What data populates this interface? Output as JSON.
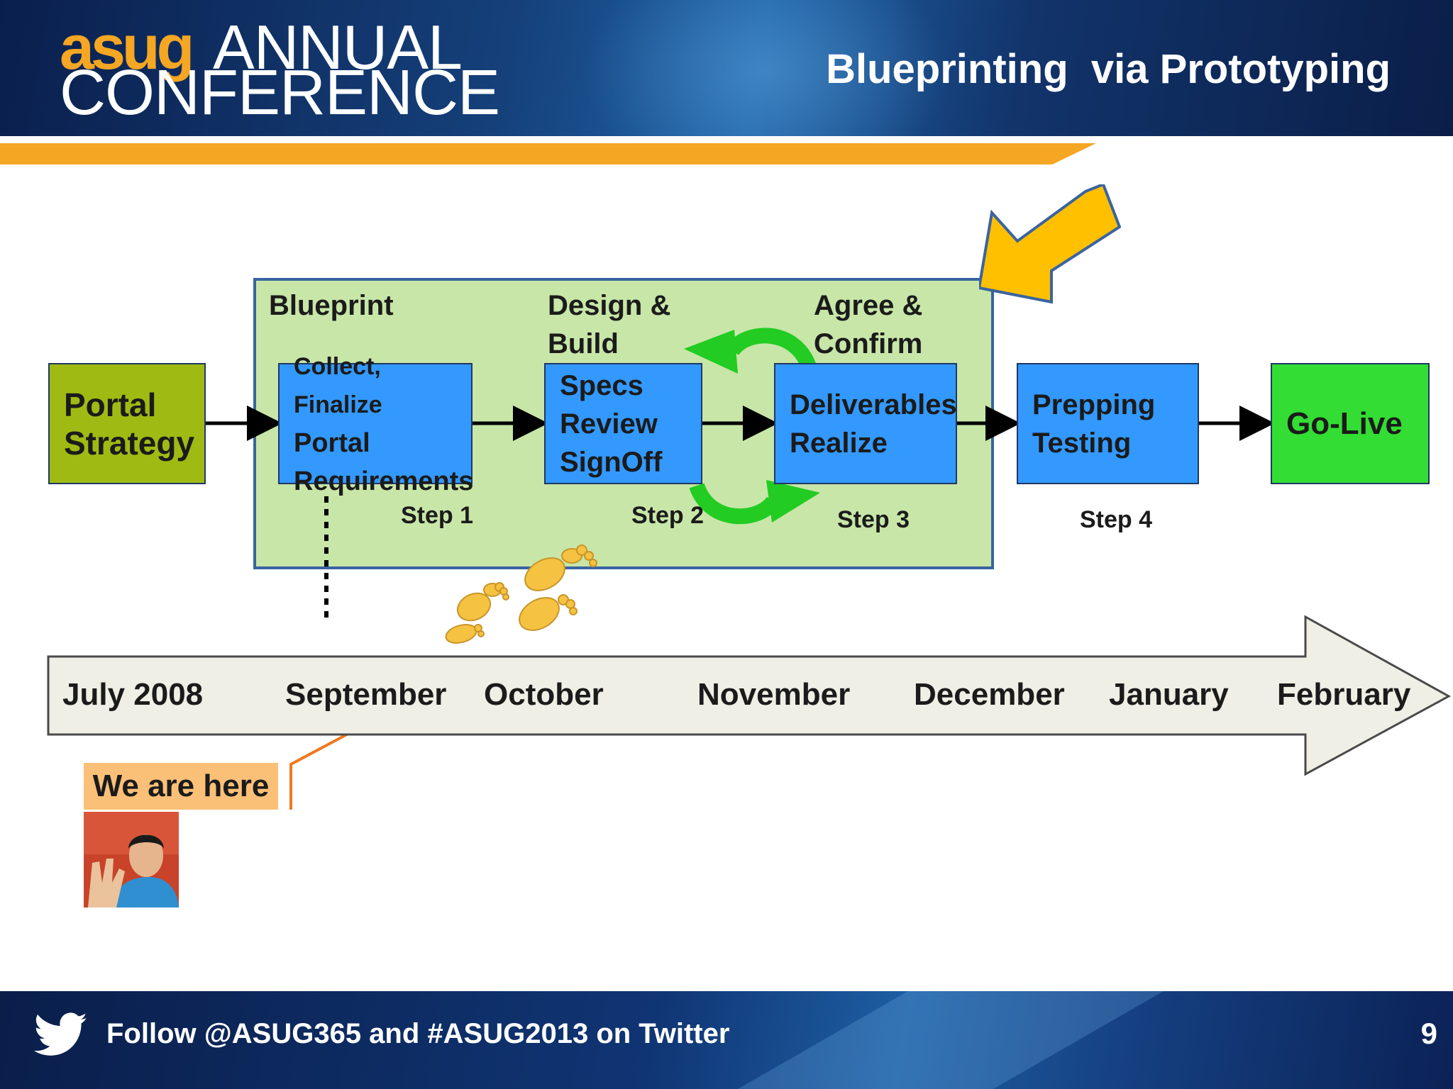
{
  "header": {
    "logo_asug": "asug",
    "logo_annual": "ANNUAL",
    "logo_conference": "CONFERENCE",
    "title": "Blueprinting  via Prototyping"
  },
  "diagram": {
    "phases": {
      "blueprint": "Blueprint",
      "design_line1": "Design &",
      "design_line2": "Build",
      "agree_line1": "Agree &",
      "agree_line2": "Confirm"
    },
    "boxes": {
      "portal_strategy": [
        "Portal",
        "Strategy"
      ],
      "collect": [
        "Collect, Finalize",
        "Portal",
        "Requirements"
      ],
      "specs": [
        "Specs",
        "Review",
        "SignOff"
      ],
      "deliverables": [
        "Deliverables",
        "Realize"
      ],
      "prepping": [
        "Prepping",
        "Testing"
      ],
      "golive": [
        "Go-Live"
      ]
    },
    "steps": [
      "Step 1",
      "Step 2",
      "Step 3",
      "Step 4"
    ],
    "colors": {
      "strategy": "#9fbb13",
      "process": "#3399ff",
      "golive": "#33dd33",
      "panel": "#c8e6a8",
      "pointer_arrow": "#ffc000",
      "cycle_arrows": "#22cc22"
    }
  },
  "timeline": {
    "months": [
      "July 2008",
      "September",
      "October",
      "November",
      "December",
      "January",
      "February"
    ]
  },
  "callout": {
    "label": "We are here"
  },
  "footer": {
    "text": "Follow @ASUG365 and #ASUG2013 on Twitter",
    "page_number": "9",
    "icon": "twitter-bird-icon"
  }
}
